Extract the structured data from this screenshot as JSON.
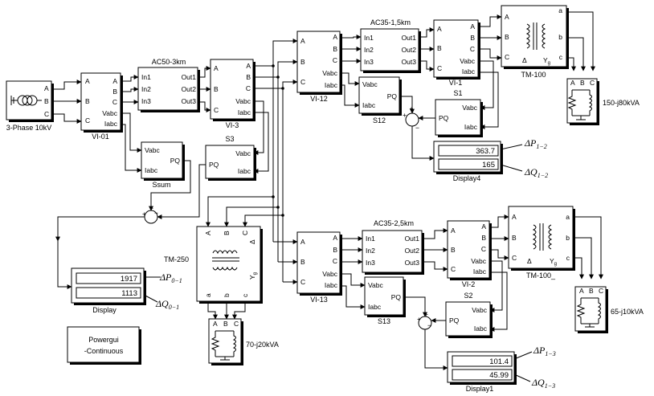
{
  "source": {
    "label": "3-Phase 10kV",
    "ports": [
      "A",
      "B",
      "C"
    ]
  },
  "measurement": {
    "vi01": {
      "label": "VI-01"
    },
    "vi3": {
      "label": "VI-3"
    },
    "vi12": {
      "label": "VI-12"
    },
    "vi1": {
      "label": "VI-1"
    },
    "vi13": {
      "label": "VI-13"
    },
    "vi2": {
      "label": "VI-2"
    },
    "ports_in": [
      "A",
      "B",
      "C"
    ],
    "ports_out": [
      "A",
      "B",
      "C",
      "Vabc",
      "Iabc"
    ]
  },
  "lines": {
    "ac50": {
      "label": "AC50-3km"
    },
    "ac35_1": {
      "label": "AC35-1,5km"
    },
    "ac35_2": {
      "label": "AC35-2,5km"
    },
    "ports_in": [
      "In1",
      "In2",
      "In3"
    ],
    "ports_out": [
      "Out1",
      "Out2",
      "Out3"
    ]
  },
  "pq_blocks": {
    "ssum": {
      "label": "Ssum"
    },
    "s3": {
      "label": "S3"
    },
    "s12": {
      "label": "S12"
    },
    "s1": {
      "label": "S1"
    },
    "s13": {
      "label": "S13"
    },
    "s2": {
      "label": "S2"
    },
    "in_v": "Vabc",
    "in_i": "Iabc",
    "out": "PQ"
  },
  "transformers": {
    "tm100": {
      "label": "TM-100"
    },
    "tm100b": {
      "label": "TM-100_"
    },
    "tm250": {
      "label": "TM-250"
    },
    "ports_a": [
      "A",
      "B",
      "C"
    ],
    "ports_b": [
      "a",
      "b",
      "c"
    ],
    "delta": "Δ",
    "wye": "Y",
    "wye_sub": "g"
  },
  "loads": {
    "load150": {
      "label": "150-j80kVA"
    },
    "load65": {
      "label": "65-j10kVA"
    },
    "load70": {
      "label": "70-j20kVA"
    },
    "ports": [
      "A",
      "B",
      "C"
    ]
  },
  "displays": {
    "display": {
      "label": "Display",
      "v1": "1917",
      "v2": "1113",
      "s1": "ΔP",
      "s1sub": "0−1",
      "s2": "ΔQ",
      "s2sub": "0−1"
    },
    "display4": {
      "label": "Display4",
      "v1": "363.7",
      "v2": "165",
      "s1": "ΔP",
      "s1sub": "1−2",
      "s2": "ΔQ",
      "s2sub": "1−2"
    },
    "display1": {
      "label": "Display1",
      "v1": "101.4",
      "v2": "45.99",
      "s1": "ΔP",
      "s1sub": "1−3",
      "s2": "ΔQ",
      "s2sub": "1−3"
    }
  },
  "sum": {
    "plus": "+",
    "minus": "−"
  },
  "powergui": {
    "line1": "Powergui",
    "line2": "-Continuous"
  }
}
